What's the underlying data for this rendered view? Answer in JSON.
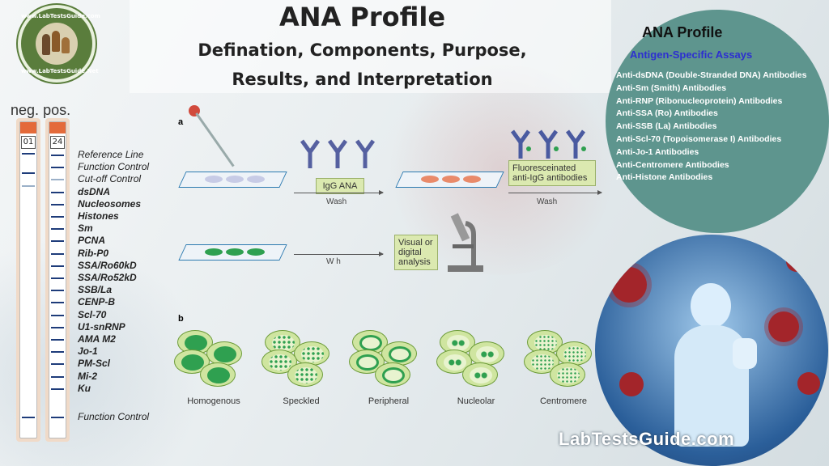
{
  "title": "ANA Profile",
  "subtitle_lines": [
    "Defination, Components, Purpose,",
    "Results, and Interpretation"
  ],
  "logo": {
    "text_top": "www.LabTestsGuide.com",
    "text_bottom": "www.LabTestsGuide.Net"
  },
  "strip": {
    "neg_label": "neg.",
    "pos_label": "pos.",
    "neg_number": "01",
    "pos_number": "24",
    "labels": [
      "Reference Line",
      "Function Control",
      "Cut-off Control",
      "dsDNA",
      "Nucleosomes",
      "Histones",
      "Sm",
      "PCNA",
      "Rib-P0",
      "SSA/Ro60kD",
      "SSA/Ro52kD",
      "SSB/La",
      "CENP-B",
      "Scl-70",
      "U1-snRNP",
      "AMA M2",
      "Jo-1",
      "PM-Scl",
      "Mi-2",
      "Ku",
      "Function Control"
    ]
  },
  "diagram": {
    "panel_a": "a",
    "panel_b": "b",
    "igg_label": "IgG ANA",
    "fluor_label": "Fluoresceinated anti-IgG antibodies",
    "wash1": "Wash",
    "wash2": "Wash",
    "wash3": "W    h",
    "analysis_label": "Visual or digital analysis",
    "patterns": [
      "Homogenous",
      "Speckled",
      "Peripheral",
      "Nucleolar",
      "Centromere"
    ]
  },
  "panel": {
    "title": "ANA Profile",
    "subtitle": "Antigen-Specific Assays",
    "items": [
      "Anti-dsDNA (Double-Stranded DNA) Antibodies",
      "Anti-Sm (Smith) Antibodies",
      "Anti-RNP (Ribonucleoprotein) Antibodies",
      "Anti-SSA (Ro) Antibodies",
      "Anti-SSB (La) Antibodies",
      "Anti-Scl-70 (Topoisomerase I) Antibodies",
      "Anti-Jo-1 Antibodies",
      "Anti-Centromere Antibodies",
      "Anti-Histone Antibodies"
    ]
  },
  "footer": "LabTestsGuide.com",
  "colors": {
    "panel_bg": "#5e958e",
    "subtitle": "#2d2fd0",
    "strip_cap": "#e46a3a",
    "cell_fill": "#cfe5a0"
  }
}
